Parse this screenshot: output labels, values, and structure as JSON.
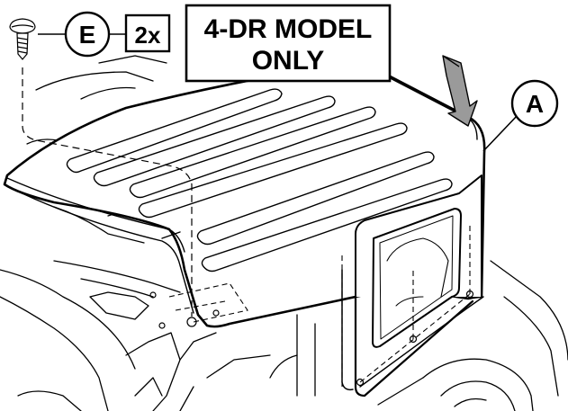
{
  "callouts": {
    "fastener_letter": "E",
    "quantity": "2x",
    "model_note_line1": "4-DR MODEL",
    "model_note_line2": "ONLY",
    "part_letter": "A"
  },
  "colors": {
    "ink": "#000000",
    "paper": "#ffffff",
    "arrow_fill": "#9a9a9a"
  },
  "icons": {
    "fastener": "screw-icon",
    "direction": "lift-direction-arrow-icon"
  }
}
